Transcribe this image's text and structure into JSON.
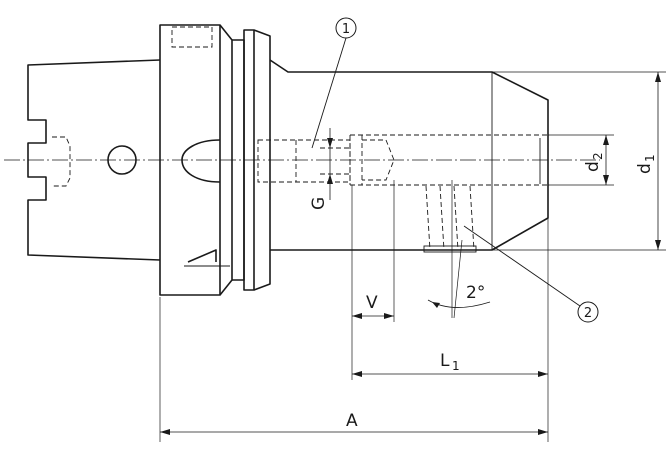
{
  "labels": {
    "balloon_1": "1",
    "balloon_2": "2",
    "dim_A": "A",
    "dim_L": "L",
    "dim_L_sub": "1",
    "dim_V": "V",
    "dim_G": "G",
    "dim_d1": "d",
    "dim_d1_sub": "1",
    "dim_d2": "d",
    "dim_d2_sub": "2",
    "angle": "2°"
  }
}
